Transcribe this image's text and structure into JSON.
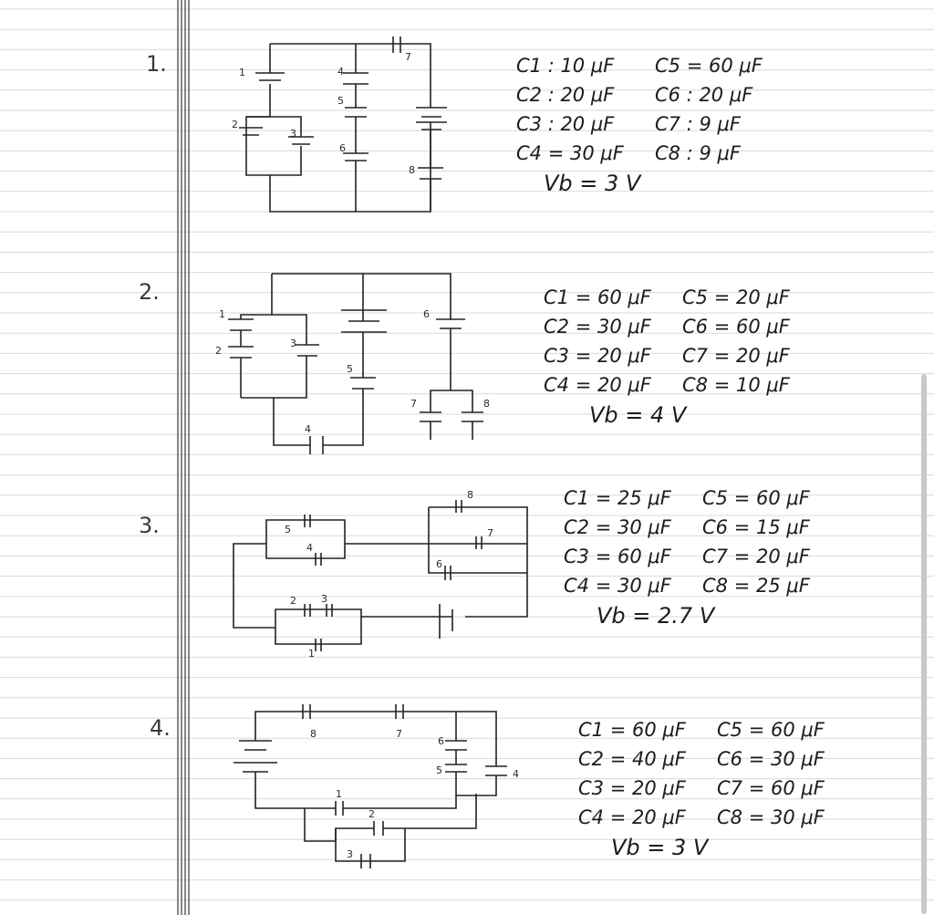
{
  "problems": [
    {
      "number": "1.",
      "values": [
        [
          "C1 : 10 μF",
          "C5 = 60 μF"
        ],
        [
          "C2 : 20 μF",
          "C6 : 20 μF"
        ],
        [
          "C3 : 20 μF",
          "C7 : 9 μF"
        ],
        [
          "C4 = 30 μF",
          "C8 : 9 μF"
        ]
      ],
      "vb": "Vb = 3 V",
      "labels": [
        "1",
        "2",
        "3",
        "4",
        "5",
        "6",
        "7",
        "8"
      ]
    },
    {
      "number": "2.",
      "values": [
        [
          "C1 = 60 μF",
          "C5 = 20 μF"
        ],
        [
          "C2 = 30 μF",
          "C6 = 60 μF"
        ],
        [
          "C3 = 20 μF",
          "C7 = 20 μF"
        ],
        [
          "C4 = 20 μF",
          "C8 = 10 μF"
        ]
      ],
      "vb": "Vb = 4 V",
      "labels": [
        "1",
        "2",
        "3",
        "4",
        "5",
        "6",
        "7",
        "8"
      ]
    },
    {
      "number": "3.",
      "values": [
        [
          "C1 = 25 μF",
          "C5 = 60 μF"
        ],
        [
          "C2 = 30 μF",
          "C6 = 15 μF"
        ],
        [
          "C3 = 60 μF",
          "C7 = 20 μF"
        ],
        [
          "C4 = 30 μF",
          "C8 = 25 μF"
        ]
      ],
      "vb": "Vb = 2.7 V",
      "labels": [
        "1",
        "2",
        "3",
        "4",
        "5",
        "6",
        "7",
        "8"
      ]
    },
    {
      "number": "4.",
      "values": [
        [
          "C1 = 60 μF",
          "C5 = 60 μF"
        ],
        [
          "C2 = 40 μF",
          "C6 = 30 μF"
        ],
        [
          "C3 = 20 μF",
          "C7 = 60 μF"
        ],
        [
          "C4 = 20 μF",
          "C8 = 30 μF"
        ]
      ],
      "vb": "Vb = 3 V",
      "labels": [
        "1",
        "2",
        "3",
        "4",
        "5",
        "6",
        "7",
        "8"
      ]
    }
  ],
  "colors": {
    "ink": "#1c1c1c",
    "rule": "#d9d9d9",
    "margin": "#3a3a3a"
  }
}
